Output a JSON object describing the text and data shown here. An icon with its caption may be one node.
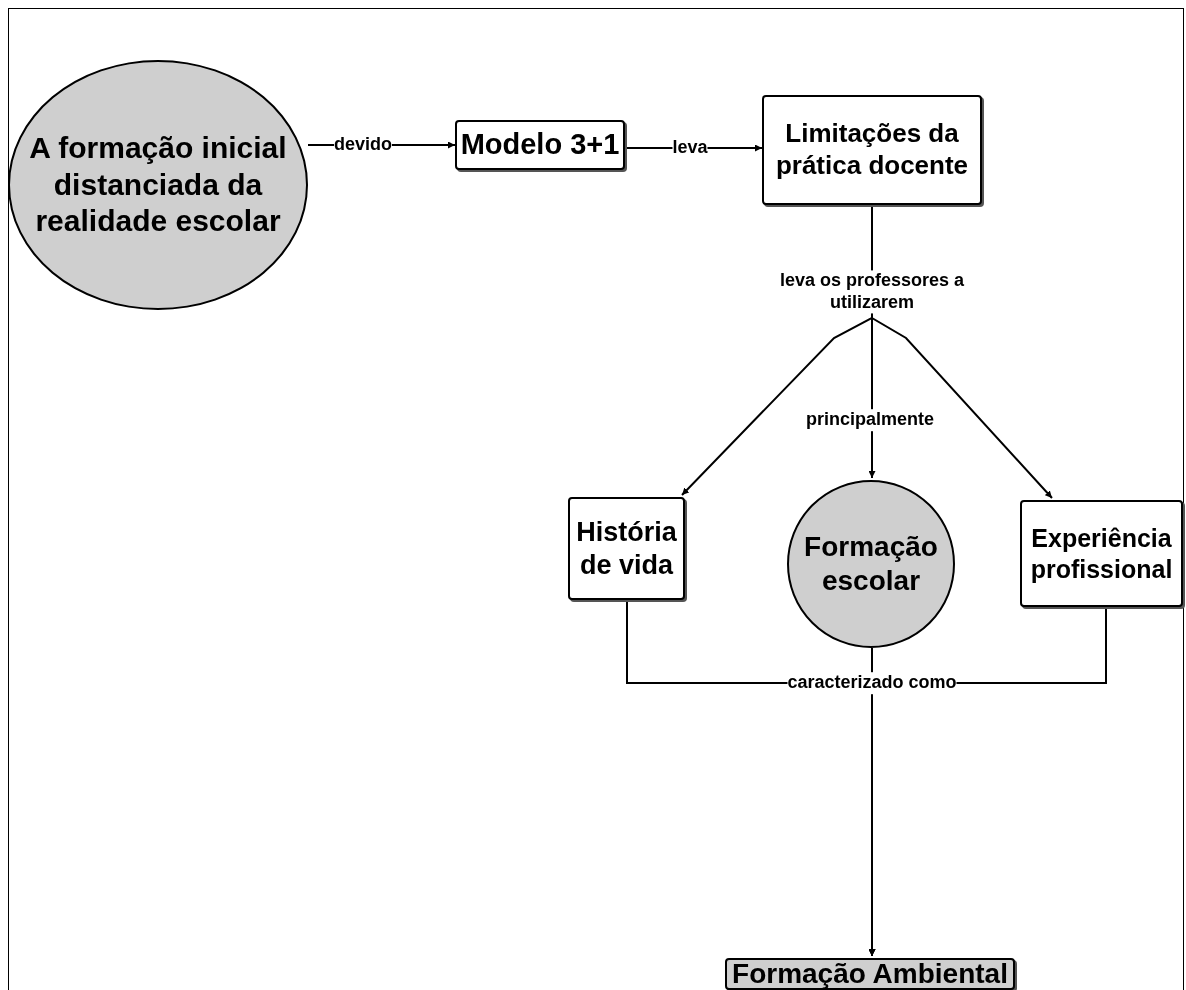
{
  "diagram": {
    "nodes": [
      {
        "text": [
          "A formação inicial distanciada da realidade escolar"
        ]
      },
      {
        "text": [
          "Modelo 3+1"
        ]
      },
      {
        "text": [
          "Limitações da prática docente"
        ]
      },
      {
        "text": [
          "História de vida"
        ]
      },
      {
        "text": [
          "Formação escolar"
        ]
      },
      {
        "text": [
          "Experiência profissional"
        ]
      },
      {
        "text": [
          "Formação Ambiental"
        ]
      }
    ],
    "edges": [
      {
        "from": 0,
        "to": 1,
        "label": "devido",
        "arrow": "to"
      },
      {
        "from": 1,
        "to": 2,
        "label": "leva",
        "arrow": "to"
      },
      {
        "from": 2,
        "to": 3,
        "label": "leva os professores a utilizarem",
        "arrow": "to"
      },
      {
        "from": 2,
        "to": 4,
        "label": "principalmente",
        "arrow": "to"
      },
      {
        "from": 2,
        "to": 5,
        "arrow": "to"
      },
      {
        "from": 3,
        "to": 6,
        "arrow": "to"
      },
      {
        "from": 4,
        "to": 6,
        "label": "caracterizado como",
        "arrow": "to"
      },
      {
        "from": 5,
        "to": 6,
        "arrow": "to"
      }
    ]
  }
}
